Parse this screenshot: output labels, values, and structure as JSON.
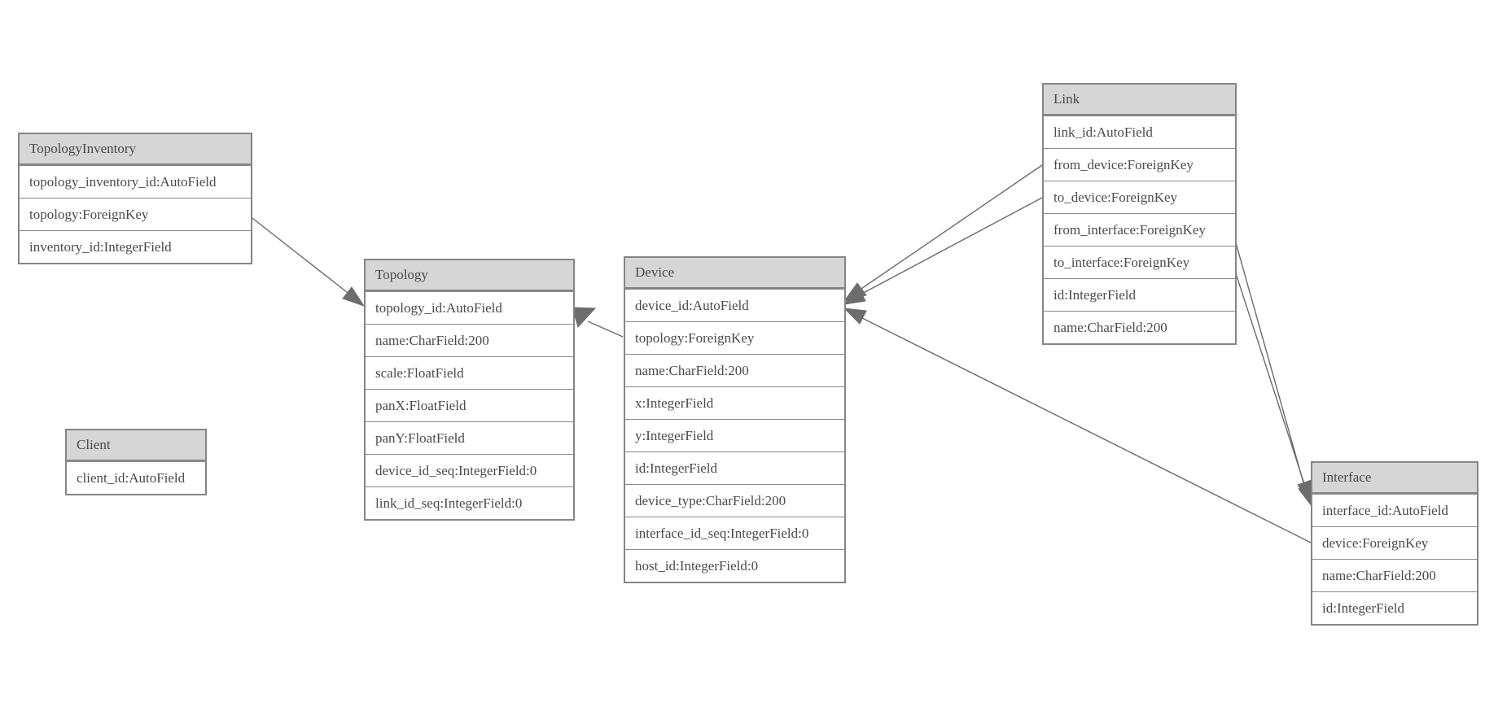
{
  "diagram": {
    "type": "database-model-diagram",
    "background_color": "#ffffff",
    "header_fill_color": "#d6d6d6",
    "border_color": "#858585",
    "text_color": "#4a4a4a",
    "edge_color": "#6b6b6b",
    "arrowhead_color": "#6d6d6d"
  },
  "entities": {
    "topology_inventory": {
      "title": "TopologyInventory",
      "fields": [
        "topology_inventory_id:AutoField",
        "topology:ForeignKey",
        "inventory_id:IntegerField"
      ]
    },
    "topology": {
      "title": "Topology",
      "fields": [
        "topology_id:AutoField",
        "name:CharField:200",
        "scale:FloatField",
        "panX:FloatField",
        "panY:FloatField",
        "device_id_seq:IntegerField:0",
        "link_id_seq:IntegerField:0"
      ]
    },
    "client": {
      "title": "Client",
      "fields": [
        "client_id:AutoField"
      ]
    },
    "device": {
      "title": "Device",
      "fields": [
        "device_id:AutoField",
        "topology:ForeignKey",
        "name:CharField:200",
        "x:IntegerField",
        "y:IntegerField",
        "id:IntegerField",
        "device_type:CharField:200",
        "interface_id_seq:IntegerField:0",
        "host_id:IntegerField:0"
      ]
    },
    "link": {
      "title": "Link",
      "fields": [
        "link_id:AutoField",
        "from_device:ForeignKey",
        "to_device:ForeignKey",
        "from_interface:ForeignKey",
        "to_interface:ForeignKey",
        "id:IntegerField",
        "name:CharField:200"
      ]
    },
    "interface": {
      "title": "Interface",
      "fields": [
        "interface_id:AutoField",
        "device:ForeignKey",
        "name:CharField:200",
        "id:IntegerField"
      ]
    }
  },
  "connections": [
    {
      "from": "TopologyInventory.topology",
      "to": "Topology",
      "arrow_at": "Topology"
    },
    {
      "from": "Device.topology",
      "to": "Topology",
      "arrow_at": "Topology"
    },
    {
      "from": "Link.from_device",
      "to": "Device",
      "arrow_at": "Device"
    },
    {
      "from": "Link.to_device",
      "to": "Device",
      "arrow_at": "Device"
    },
    {
      "from": "Link.from_interface",
      "to": "Interface",
      "arrow_at": "Interface"
    },
    {
      "from": "Link.to_interface",
      "to": "Interface",
      "arrow_at": "Interface"
    },
    {
      "from": "Interface.device",
      "to": "Device",
      "arrow_at": "Device"
    }
  ]
}
